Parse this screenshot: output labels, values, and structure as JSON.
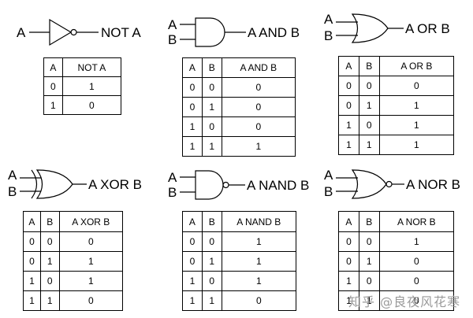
{
  "not": {
    "input": "A",
    "output": "NOT A",
    "headers": [
      "A",
      "NOT A"
    ],
    "rows": [
      [
        "0",
        "1"
      ],
      [
        "1",
        "0"
      ]
    ]
  },
  "and": {
    "inputs": [
      "A",
      "B"
    ],
    "output": "A AND B",
    "headers": [
      "A",
      "B",
      "A AND B"
    ],
    "rows": [
      [
        "0",
        "0",
        "0"
      ],
      [
        "0",
        "1",
        "0"
      ],
      [
        "1",
        "0",
        "0"
      ],
      [
        "1",
        "1",
        "1"
      ]
    ]
  },
  "or": {
    "inputs": [
      "A",
      "B"
    ],
    "output": "A OR B",
    "headers": [
      "A",
      "B",
      "A OR B"
    ],
    "rows": [
      [
        "0",
        "0",
        "0"
      ],
      [
        "0",
        "1",
        "1"
      ],
      [
        "1",
        "0",
        "1"
      ],
      [
        "1",
        "1",
        "1"
      ]
    ]
  },
  "xor": {
    "inputs": [
      "A",
      "B"
    ],
    "output": "A XOR B",
    "headers": [
      "A",
      "B",
      "A XOR B"
    ],
    "rows": [
      [
        "0",
        "0",
        "0"
      ],
      [
        "0",
        "1",
        "1"
      ],
      [
        "1",
        "0",
        "1"
      ],
      [
        "1",
        "1",
        "0"
      ]
    ]
  },
  "nand": {
    "inputs": [
      "A",
      "B"
    ],
    "output": "A NAND B",
    "headers": [
      "A",
      "B",
      "A NAND B"
    ],
    "rows": [
      [
        "0",
        "0",
        "1"
      ],
      [
        "0",
        "1",
        "1"
      ],
      [
        "1",
        "0",
        "1"
      ],
      [
        "1",
        "1",
        "0"
      ]
    ]
  },
  "nor": {
    "inputs": [
      "A",
      "B"
    ],
    "output": "A NOR B",
    "headers": [
      "A",
      "B",
      "A NOR B"
    ],
    "rows": [
      [
        "0",
        "0",
        "1"
      ],
      [
        "0",
        "1",
        "0"
      ],
      [
        "1",
        "0",
        "0"
      ],
      [
        "1",
        "1",
        "0"
      ]
    ]
  },
  "watermark": "知乎 @良夜风花寒"
}
